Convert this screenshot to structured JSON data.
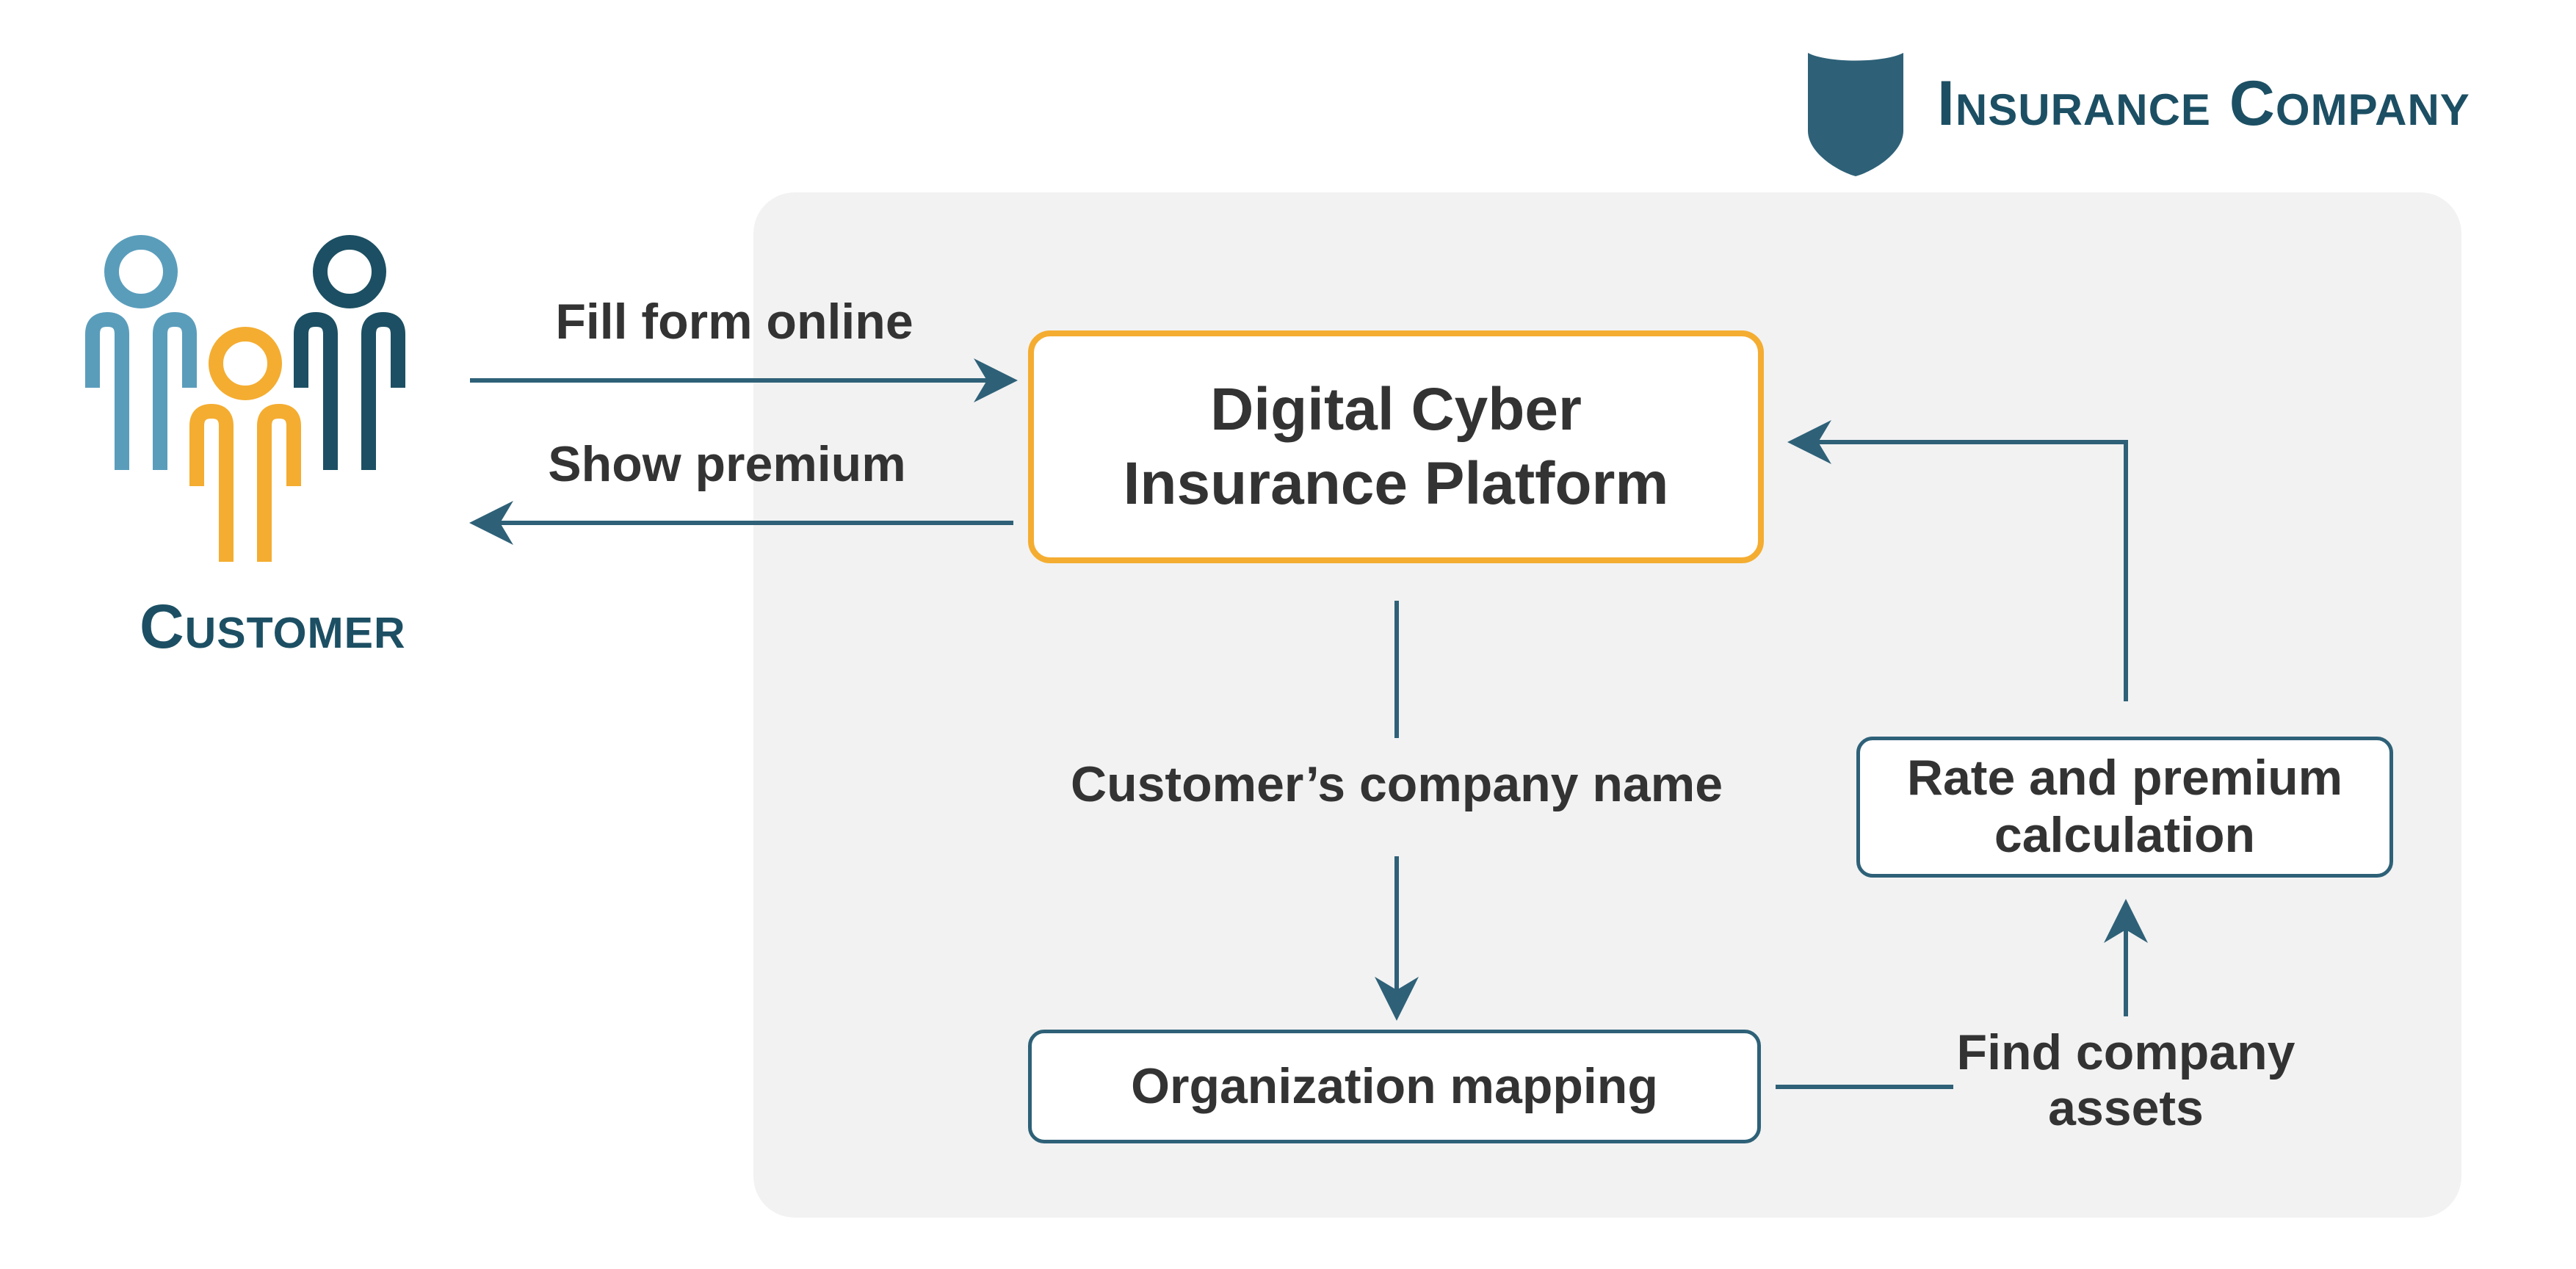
{
  "company": {
    "name": "Insurance Company",
    "icon": "shield-icon"
  },
  "customer": {
    "name": "Customer",
    "icon": "people-icon"
  },
  "nodes": {
    "platform": "Digital Cyber\nInsurance Platform",
    "rate": "Rate and premium\ncalculation",
    "mapping": "Organization mapping"
  },
  "edges": {
    "fill_form": "Fill form online",
    "show_premium": "Show premium",
    "company_name": "Customer’s company name",
    "find_assets": "Find company\nassets"
  },
  "colors": {
    "accent": "#f4ad31",
    "primary": "#2e6178",
    "dark": "#1c4f63",
    "light_blue": "#5a9dbb",
    "panel": "#f2f2f2",
    "text": "#333333"
  }
}
